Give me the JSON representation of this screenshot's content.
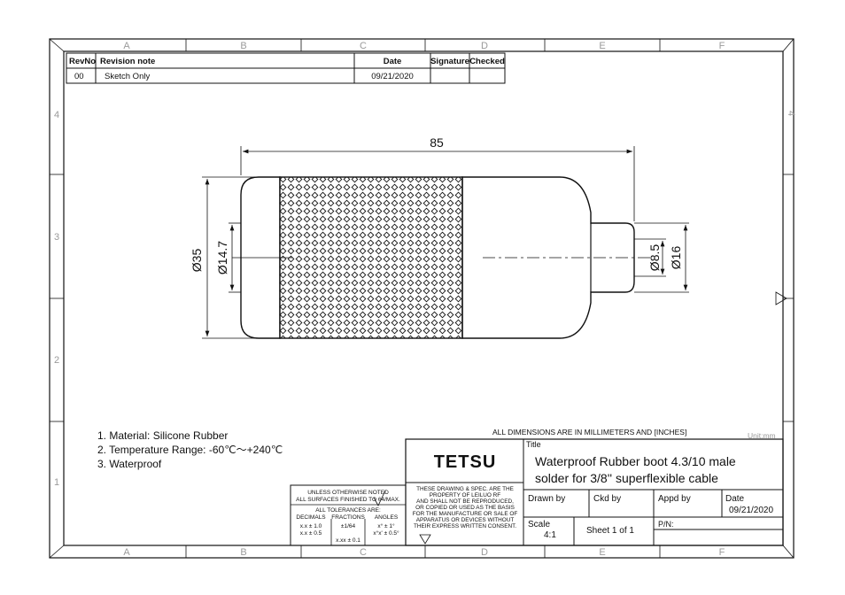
{
  "zone_letters": [
    "A",
    "B",
    "C",
    "D",
    "E",
    "F"
  ],
  "zone_numbers": [
    "4",
    "3",
    "2",
    "1"
  ],
  "revision_table": {
    "headers": [
      "RevNo",
      "Revision note",
      "Date",
      "Signature",
      "Checked"
    ],
    "rows": [
      {
        "rev": "00",
        "note": "Sketch Only",
        "date": "09/21/2020",
        "signature": "",
        "checked": ""
      }
    ]
  },
  "dimensions": {
    "overall_length": "85",
    "body_diameter": "Ø35",
    "inner_diameter": "Ø14.7",
    "tail_inner_diameter": "Ø8.5",
    "tail_outer_diameter": "Ø16"
  },
  "notes": [
    "1. Material: Silicone Rubber",
    "2. Temperature Range: -60℃～+240℃",
    "3. Waterproof"
  ],
  "units_note": "ALL DIMENSIONS ARE IN MILLIMETERS AND [INCHES]",
  "unit_label": "Unit:mm",
  "tolerance_block": {
    "line1": "UNLESS OTHERWISE NOTED",
    "line2": "ALL SURFACES FINISHED TO 64/MAX.",
    "line3": "ALL TOLERANCES ARE:",
    "headers": [
      "DECIMALS",
      "FRACTIONS",
      "ANGLES"
    ],
    "decimals": [
      "x.x ± 1.0",
      "x.x ± 0.5",
      "x.xx ± 0.1"
    ],
    "fractions": "±1/64",
    "angles": [
      "x° ± 1°",
      "x°x' ± 0.5°"
    ]
  },
  "title_block": {
    "company": "TETSU",
    "notice": [
      "THESE DRAWING & SPEC. ARE THE",
      "PROPERTY OF LEILUO RF",
      "AND SHALL NOT BE REPRODUCED,",
      "OR COPIED OR USED AS THE BASIS",
      "FOR THE MANUFACTURE OR SALE OF",
      "APPARATUS OR DEVICES WITHOUT",
      "THEIR EXPRESS WRITTEN CONSENT."
    ],
    "title_label": "Title",
    "title_line1": "Waterproof Rubber boot 4.3/10  male",
    "title_line2": "solder for 3/8'' superflexible  cable",
    "drawn_by_label": "Drawn by",
    "ckd_by_label": "Ckd by",
    "appd_by_label": "Appd by",
    "date_label": "Date",
    "date_value": "09/21/2020",
    "scale_label": "Scale",
    "scale_value": "4:1",
    "sheet": "Sheet 1 of 1",
    "pn_label": "P/N:"
  }
}
